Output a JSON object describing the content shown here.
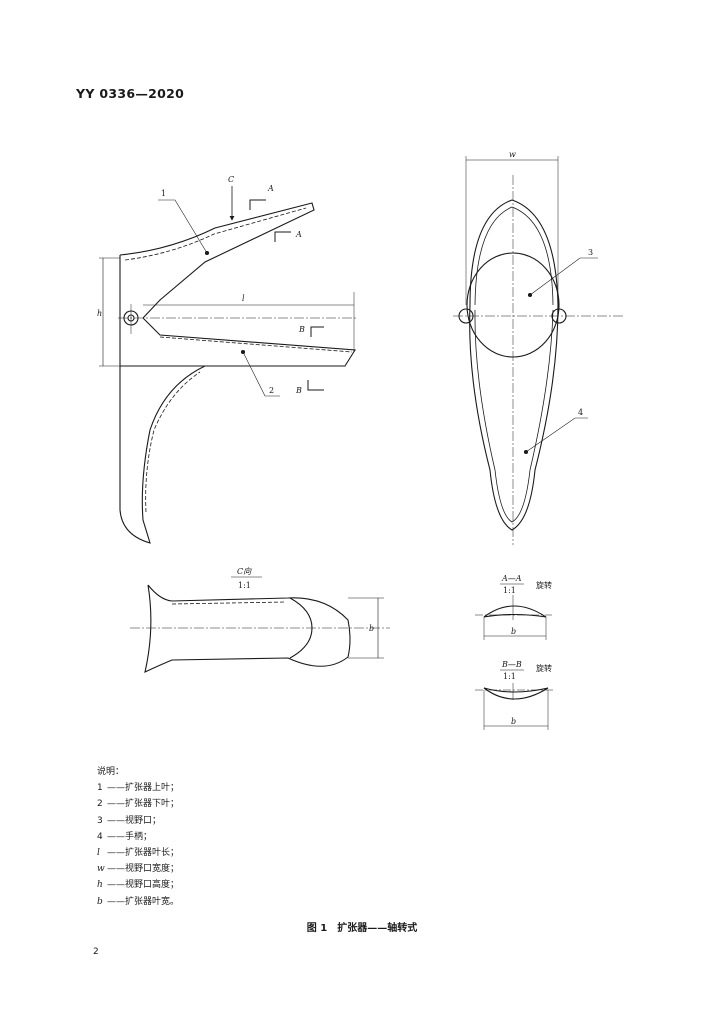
{
  "header": {
    "standard_number": "YY 0336—2020"
  },
  "figure": {
    "side_view": {
      "callouts": [
        "1",
        "2"
      ],
      "view_marker": "C",
      "section_marks": [
        "A",
        "A",
        "B",
        "B"
      ],
      "dims": {
        "height": "h",
        "length": "l"
      }
    },
    "front_view": {
      "callouts": [
        "3",
        "4"
      ],
      "dims": {
        "width": "w"
      }
    },
    "c_view": {
      "title": "C向",
      "scale": "1:1",
      "dim": "b"
    },
    "section_aa": {
      "title": "A—A",
      "scale": "1:1",
      "note": "旋转",
      "dim": "b"
    },
    "section_bb": {
      "title": "B—B",
      "scale": "1:1",
      "note": "旋转",
      "dim": "b"
    }
  },
  "legend": {
    "heading": "说明：",
    "items": [
      {
        "key": "1",
        "italic": false,
        "text": "——扩张器上叶；"
      },
      {
        "key": "2",
        "italic": false,
        "text": "——扩张器下叶；"
      },
      {
        "key": "3",
        "italic": false,
        "text": "——视野口；"
      },
      {
        "key": "4",
        "italic": false,
        "text": "——手柄；"
      },
      {
        "key": "l",
        "italic": true,
        "text": "——扩张器叶长；"
      },
      {
        "key": "w",
        "italic": true,
        "text": "——视野口宽度；"
      },
      {
        "key": "h",
        "italic": true,
        "text": "——视野口高度；"
      },
      {
        "key": "b",
        "italic": true,
        "text": "——扩张器叶宽。"
      }
    ]
  },
  "caption": "图 1　扩张器——轴转式",
  "page_number": "2"
}
